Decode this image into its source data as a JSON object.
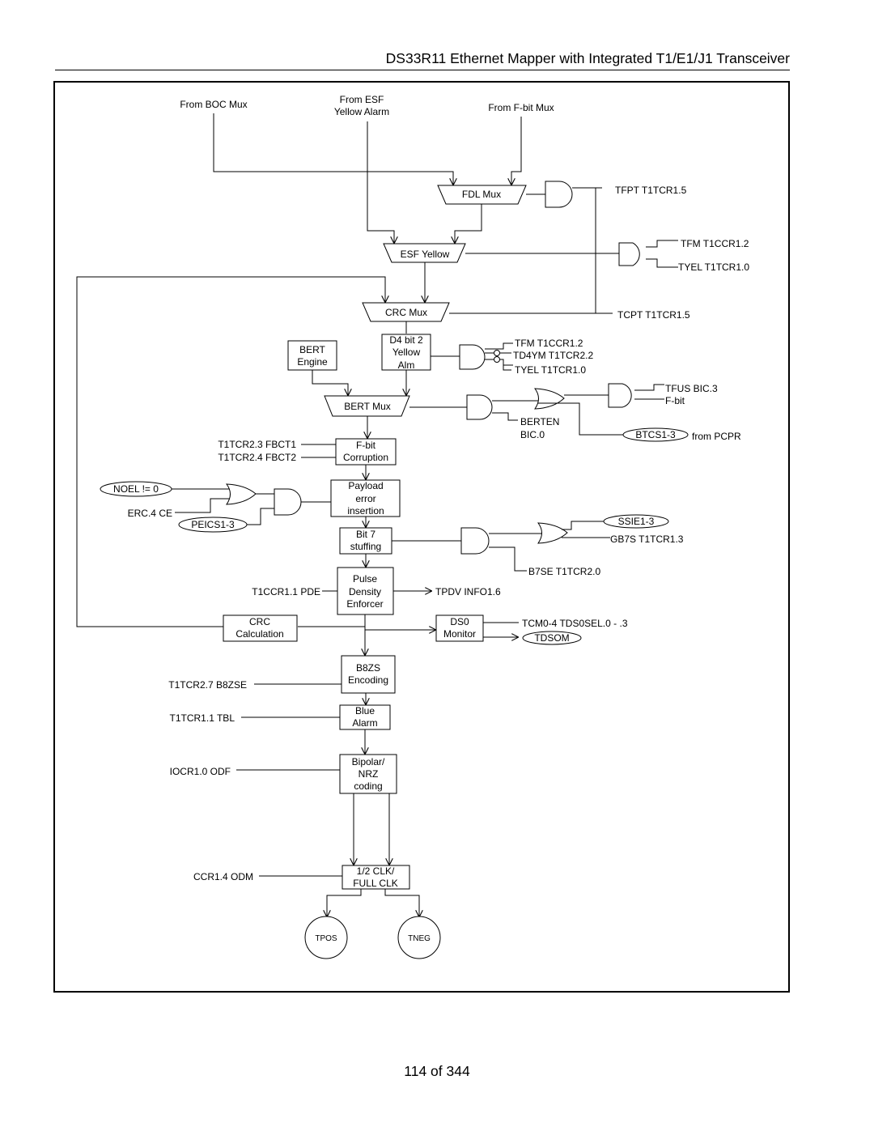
{
  "header": {
    "title": "DS33R11 Ethernet Mapper with Integrated T1/E1/J1 Transceiver"
  },
  "footer": {
    "page": "114 of 344"
  },
  "diagram": {
    "inputs": {
      "from_boc": "From BOC Mux",
      "from_esf_1": "From ESF",
      "from_esf_2": "Yellow Alarm",
      "from_fbit": "From F-bit Mux"
    },
    "blocks": {
      "fdl_mux": "FDL Mux",
      "esf_yellow": "ESF Yellow",
      "crc_mux": "CRC Mux",
      "bert_engine_1": "BERT",
      "bert_engine_2": "Engine",
      "d4_1": "D4 bit 2",
      "d4_2": "Yellow",
      "d4_3": "Alm",
      "bert_mux": "BERT Mux",
      "fbit_1": "F-bit",
      "fbit_2": "Corruption",
      "payload_1": "Payload",
      "payload_2": "error",
      "payload_3": "insertion",
      "bit7_1": "Bit 7",
      "bit7_2": "stuffing",
      "pulse_1": "Pulse",
      "pulse_2": "Density",
      "pulse_3": "Enforcer",
      "crc_calc_1": "CRC",
      "crc_calc_2": "Calculation",
      "ds0_1": "DS0",
      "ds0_2": "Monitor",
      "b8zs_1": "B8ZS",
      "b8zs_2": "Encoding",
      "blue_1": "Blue",
      "blue_2": "Alarm",
      "bipolar_1": "Bipolar/",
      "bipolar_2": "NRZ",
      "bipolar_3": "coding",
      "clk_1": "1/2 CLK/",
      "clk_2": "FULL CLK"
    },
    "outputs": {
      "tpos": "TPOS",
      "tneg": "TNEG"
    },
    "signals": {
      "tfpt": "TFPT  T1TCR1.5",
      "tfm_top": "TFM  T1CCR1.2",
      "tyel_top": "TYEL  T1TCR1.0",
      "tcpt": "TCPT  T1TCR1.5",
      "tfm_d4": "TFM  T1CCR1.2",
      "td4ym": "TD4YM  T1TCR2.2",
      "tyel_d4": "TYEL  T1TCR1.0",
      "tfus": "TFUS  BIC.3",
      "fbit_sig": "F-bit",
      "berten_1": "BERTEN",
      "berten_2": "BIC.0",
      "btcs": "BTCS1-3",
      "from_pcpr": "from PCPR",
      "fbct1": "T1TCR2.3  FBCT1",
      "fbct2": "T1TCR2.4  FBCT2",
      "noel": "NOEL != 0",
      "erc": "ERC.4  CE",
      "peics": "PEICS1-3",
      "ssie": "SSIE1-3",
      "gb7s": "GB7S  T1TCR1.3",
      "b7se": "B7SE   T1TCR2.0",
      "pde": "T1CCR1.1  PDE",
      "tpdv": "TPDV  INFO1.6",
      "tcm": "TCM0-4  TDS0SEL.0 - .3",
      "tdsom": "TDSOM",
      "b8zse": "T1TCR2.7  B8ZSE",
      "tbl": "T1TCR1.1  TBL",
      "odf": "IOCR1.0  ODF",
      "odm": "CCR1.4  ODM"
    }
  }
}
